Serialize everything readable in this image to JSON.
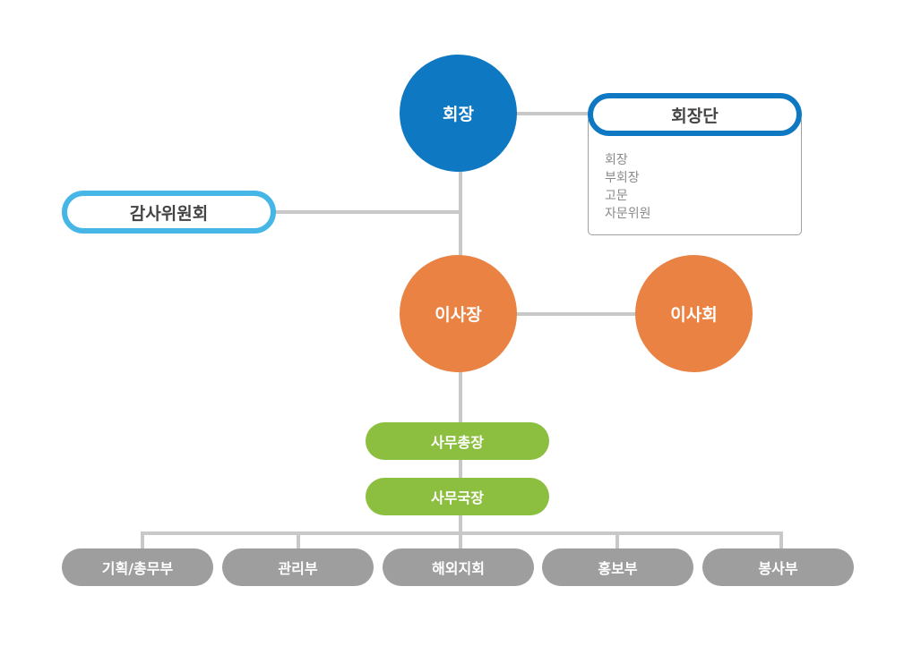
{
  "colors": {
    "blue": "#0e78c2",
    "light_blue": "#45b6e6",
    "orange": "#e98242",
    "green": "#8cbf3f",
    "gray": "#9e9e9e",
    "connector": "#c8c8c8"
  },
  "nodes": {
    "president": "회장",
    "presidency": "회장단",
    "presidency_members": [
      "회장",
      "부회장",
      "고문",
      "자문위원"
    ],
    "audit_committee": "감사위원회",
    "chairman": "이사장",
    "board": "이사회",
    "secretary_general": "사무총장",
    "secretariat_director": "사무국장",
    "departments": [
      "기획/총무부",
      "관리부",
      "해외지회",
      "홍보부",
      "봉사부"
    ]
  }
}
